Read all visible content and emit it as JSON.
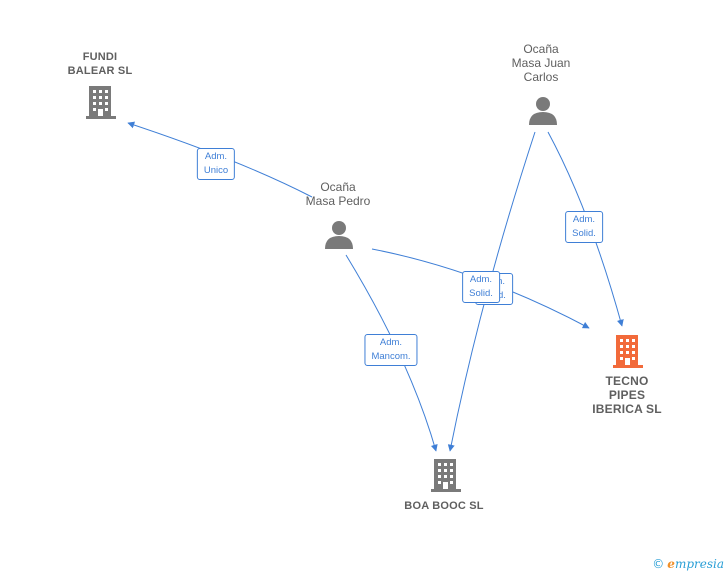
{
  "nodes": {
    "fundi": {
      "label": "FUNDI\nBALEAR SL",
      "kind": "company"
    },
    "ocana_juan": {
      "label": "Ocaña\nMasa Juan\nCarlos",
      "kind": "person"
    },
    "ocana_pedro": {
      "label": "Ocaña\nMasa Pedro",
      "kind": "person"
    },
    "tecno": {
      "label": "TECNO\nPIPES\nIBERICA  SL",
      "kind": "company"
    },
    "boa": {
      "label": "BOA BOOC SL",
      "kind": "company"
    }
  },
  "edges": {
    "pedro_fundi": "Adm.\nUnico",
    "juan_tecno": "Adm.\nSolid.",
    "pedro_tecno": "Adm.\nSolid.",
    "juan_boa": "Adm.\nSolid.",
    "pedro_boa": "Adm.\nMancom."
  },
  "colors": {
    "edge": "#3f7fd6",
    "node": "#7a7a7a",
    "highlight": "#f26a3a"
  },
  "footer": {
    "copyright": "©",
    "brand_e": "e",
    "brand_rest": "mpresia"
  }
}
